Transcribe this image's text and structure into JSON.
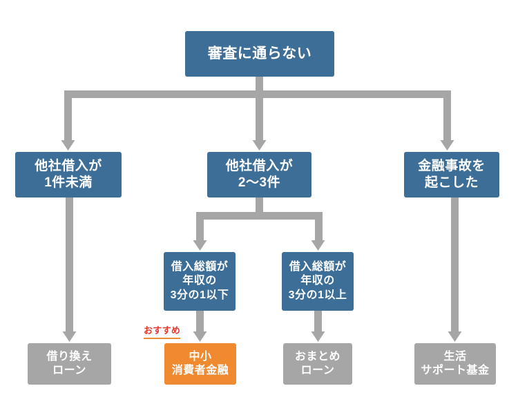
{
  "chart_data": {
    "type": "diagram",
    "diagram_kind": "flowchart",
    "title": "",
    "orientation": "top-down",
    "colors": {
      "blue": "#3d6e98",
      "gray": "#a6a6a6",
      "orange": "#ef8a30",
      "connector": "#a6a6a6",
      "badge_text": "#e8352a",
      "background": "#ffffff",
      "node_text": "#ffffff"
    },
    "nodes": [
      {
        "id": "root",
        "lines": [
          "審査に通らない"
        ],
        "style": "blue",
        "level": 0
      },
      {
        "id": "lt1",
        "lines": [
          "他社借入が",
          "1件未満"
        ],
        "style": "blue",
        "level": 1
      },
      {
        "id": "2to3",
        "lines": [
          "他社借入が",
          "2〜3件"
        ],
        "style": "blue",
        "level": 1
      },
      {
        "id": "incident",
        "lines": [
          "金融事故を",
          "起こした"
        ],
        "style": "blue",
        "level": 1
      },
      {
        "id": "under13",
        "lines": [
          "借入総額が",
          "年収の",
          "3分の1以下"
        ],
        "style": "blue",
        "level": 2
      },
      {
        "id": "over13",
        "lines": [
          "借入総額が",
          "年収の",
          "3分の1以上"
        ],
        "style": "blue",
        "level": 2
      },
      {
        "id": "refi",
        "lines": [
          "借り換え",
          "ローン"
        ],
        "style": "gray",
        "level": 3
      },
      {
        "id": "chusho",
        "lines": [
          "中小",
          "消費者金融"
        ],
        "style": "orange",
        "level": 3
      },
      {
        "id": "omatome",
        "lines": [
          "おまとめ",
          "ローン"
        ],
        "style": "gray",
        "level": 3
      },
      {
        "id": "seikatsu",
        "lines": [
          "生活",
          "サポート基金"
        ],
        "style": "gray",
        "level": 3
      }
    ],
    "edges": [
      {
        "from": "root",
        "to": "lt1"
      },
      {
        "from": "root",
        "to": "2to3"
      },
      {
        "from": "root",
        "to": "incident"
      },
      {
        "from": "2to3",
        "to": "under13"
      },
      {
        "from": "2to3",
        "to": "over13"
      },
      {
        "from": "lt1",
        "to": "refi"
      },
      {
        "from": "under13",
        "to": "chusho"
      },
      {
        "from": "over13",
        "to": "omatome"
      },
      {
        "from": "incident",
        "to": "seikatsu"
      }
    ],
    "annotations": [
      {
        "id": "osusume",
        "text": "おすすめ",
        "attached_to": "chusho",
        "color": "#e8352a"
      }
    ]
  },
  "nodes": {
    "root": {
      "l1": "審査に通らない"
    },
    "lt1": {
      "l1": "他社借入が",
      "l2": "1件未満"
    },
    "two_to_three": {
      "l1": "他社借入が",
      "l2": "2〜3件"
    },
    "incident": {
      "l1": "金融事故を",
      "l2": "起こした"
    },
    "under13": {
      "l1": "借入総額が",
      "l2": "年収の",
      "l3": "3分の1以下"
    },
    "over13": {
      "l1": "借入総額が",
      "l2": "年収の",
      "l3": "3分の1以上"
    },
    "refi": {
      "l1": "借り換え",
      "l2": "ローン"
    },
    "chusho": {
      "l1": "中小",
      "l2": "消費者金融"
    },
    "omatome": {
      "l1": "おまとめ",
      "l2": "ローン"
    },
    "seikatsu": {
      "l1": "生活",
      "l2": "サポート基金"
    }
  },
  "badges": {
    "osusume": "おすすめ"
  }
}
